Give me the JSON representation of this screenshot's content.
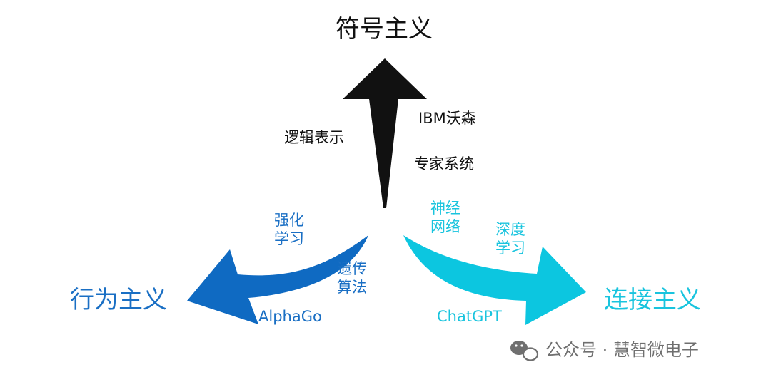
{
  "colors": {
    "symbolic": "#111111",
    "behaviorism": "#0f6ac2",
    "connectionism": "#0cc6e0",
    "watermark": "#6f6f6f"
  },
  "schools": {
    "top": "符号主义",
    "left": "行为主义",
    "right": "连接主义"
  },
  "symbolic_examples": {
    "logic": "逻辑表示",
    "watson": "IBM沃森",
    "expert": "专家系统"
  },
  "behaviorism_examples": {
    "rl_line1": "强化",
    "rl_line2": "学习",
    "ga_line1": "遗传",
    "ga_line2": "算法",
    "alphago": "AlphaGo"
  },
  "connectionism_examples": {
    "nn_line1": "神经",
    "nn_line2": "网络",
    "dl_line1": "深度",
    "dl_line2": "学习",
    "chatgpt": "ChatGPT"
  },
  "watermark": {
    "icon": "wechat-icon",
    "text": "公众号 · 慧智微电子"
  }
}
